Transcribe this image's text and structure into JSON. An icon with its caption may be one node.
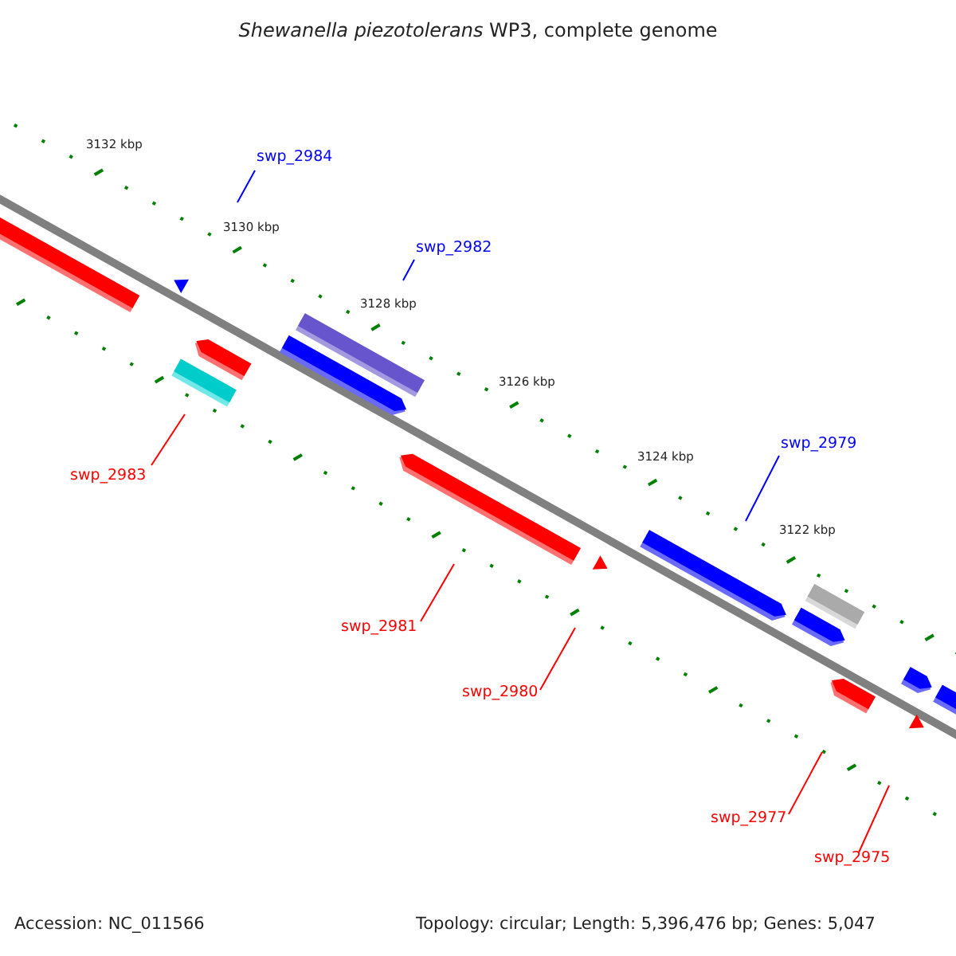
{
  "diagram": {
    "title": "*Shewanella piezotolerans* WP3, complete genome",
    "nodes": [
      {
        "text": [
          "swp_2984"
        ]
      },
      {
        "text": [
          "swp_2982"
        ]
      },
      {
        "text": [
          "swp_2979"
        ]
      },
      {
        "text": [
          "swp_2983"
        ]
      },
      {
        "text": [
          "swp_2981"
        ]
      },
      {
        "text": [
          "swp_2980"
        ]
      },
      {
        "text": [
          "swp_2977"
        ]
      },
      {
        "text": [
          "swp_2975"
        ]
      }
    ],
    "edges": [
      {
        "from": 0,
        "to": null,
        "arrow": "none",
        "color": "#0000ff"
      },
      {
        "from": 1,
        "to": null,
        "arrow": "none",
        "color": "#0000ff"
      },
      {
        "from": 2,
        "to": null,
        "arrow": "none",
        "color": "#0000ff"
      },
      {
        "from": 3,
        "to": null,
        "arrow": "none"
      },
      {
        "from": 4,
        "to": null,
        "arrow": "none"
      },
      {
        "from": 5,
        "to": null,
        "arrow": "none"
      },
      {
        "from": 6,
        "to": null,
        "arrow": "none"
      },
      {
        "from": 7,
        "to": null,
        "arrow": "none"
      }
    ],
    "labels": [
      "3132 kbp",
      "3130 kbp",
      "3128 kbp",
      "3126 kbp",
      "3124 kbp",
      "3122 kbp",
      "Accession: NC_011566",
      "Topology: circular; Length: 5,396,476 bp; Genes: 5,047"
    ]
  }
}
